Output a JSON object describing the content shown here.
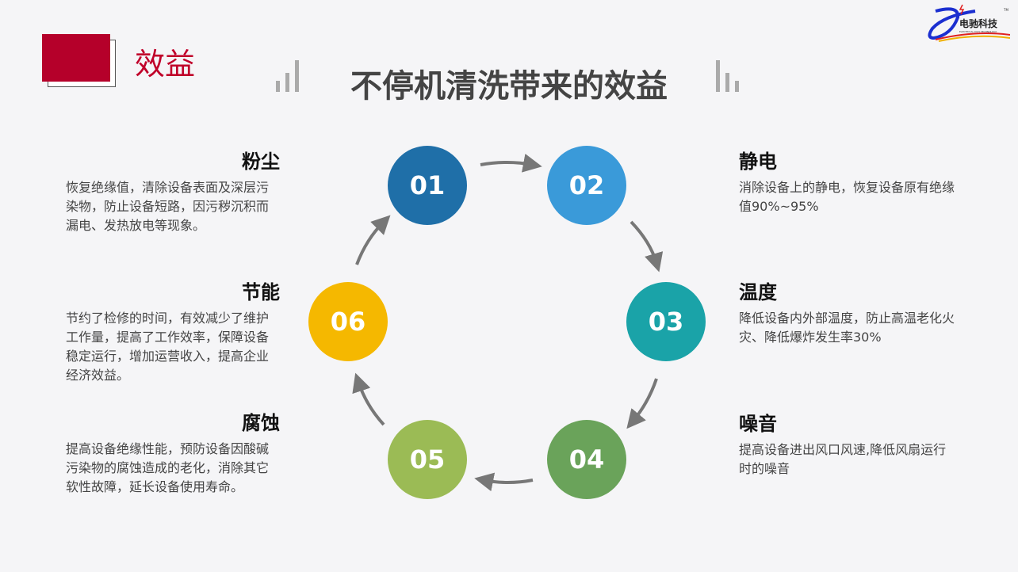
{
  "section_label": "效益",
  "title": "不停机清洗带来的效益",
  "logo": {
    "text": "电驰科技",
    "subtext": "ELECTRICAL DCH TECHNOLOGY",
    "tm": "TM"
  },
  "steps": [
    {
      "num": "01",
      "color": "#1f6fa8",
      "heading": "粉尘",
      "text": "恢复绝缘值，清除设备表面及深层污染物，防止设备短路，因污秽沉积而漏电、发热放电等现象。"
    },
    {
      "num": "02",
      "color": "#3a9ad9",
      "heading": "静电",
      "text": "消除设备上的静电，恢复设备原有绝缘值90%~95%"
    },
    {
      "num": "03",
      "color": "#1aa3a8",
      "heading": "温度",
      "text": "降低设备内外部温度，防止高温老化火灾、降低爆炸发生率30%"
    },
    {
      "num": "04",
      "color": "#6aa35a",
      "heading": "噪音",
      "text": "提高设备进出风口风速,降低风扇运行时的噪音"
    },
    {
      "num": "05",
      "color": "#9bbb55",
      "heading": "腐蚀",
      "text": "提高设备绝缘性能，预防设备因酸碱污染物的腐蚀造成的老化，消除其它软性故障，延长设备使用寿命。"
    },
    {
      "num": "06",
      "color": "#f5b800",
      "heading": "节能",
      "text": "节约了检修的时间，有效减少了维护工作量，提高了工作效率，保障设备稳定运行，增加运营收入，提高企业经济效益。"
    }
  ]
}
